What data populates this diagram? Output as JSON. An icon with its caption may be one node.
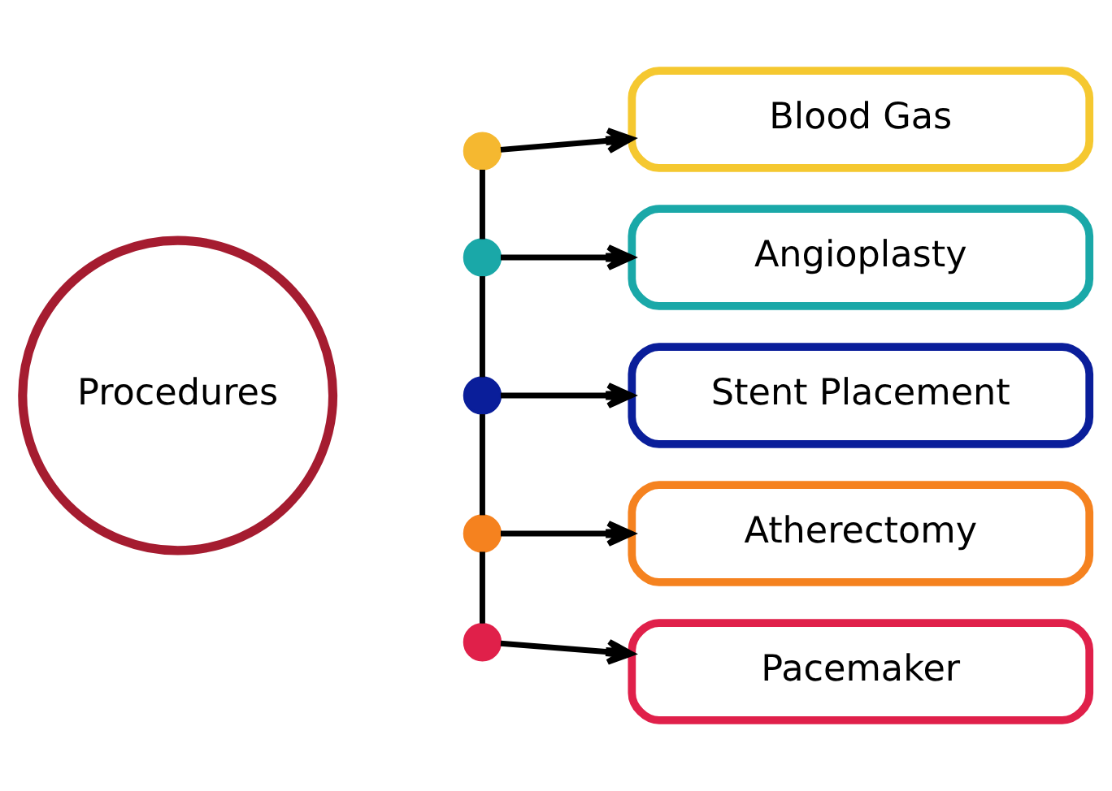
{
  "diagram": {
    "nodes": [
      {
        "text": [
          "Procedures"
        ]
      },
      {
        "text": [
          "Blood Gas"
        ]
      },
      {
        "text": [
          "Angioplasty"
        ]
      },
      {
        "text": [
          "Stent Placement"
        ]
      },
      {
        "text": [
          "Atherectomy"
        ]
      },
      {
        "text": [
          "Pacemaker"
        ]
      },
      {
        "text": [],
        "shape": "circle"
      },
      {
        "text": [],
        "shape": "circle"
      },
      {
        "text": [],
        "shape": "circle"
      },
      {
        "text": [],
        "shape": "circle"
      },
      {
        "text": [],
        "shape": "circle"
      }
    ],
    "edges": [
      {
        "from": 6,
        "to": 7,
        "arrow": "none"
      },
      {
        "from": 7,
        "to": 8,
        "arrow": "none"
      },
      {
        "from": 8,
        "to": 9,
        "arrow": "none"
      },
      {
        "from": 9,
        "to": 10,
        "arrow": "none"
      },
      {
        "from": 6,
        "to": 1,
        "arrow": "to"
      },
      {
        "from": 7,
        "to": 2,
        "arrow": "to"
      },
      {
        "from": 8,
        "to": 3,
        "arrow": "to"
      },
      {
        "from": 9,
        "to": 4,
        "arrow": "to"
      },
      {
        "from": 10,
        "to": 5,
        "arrow": "to"
      }
    ]
  }
}
